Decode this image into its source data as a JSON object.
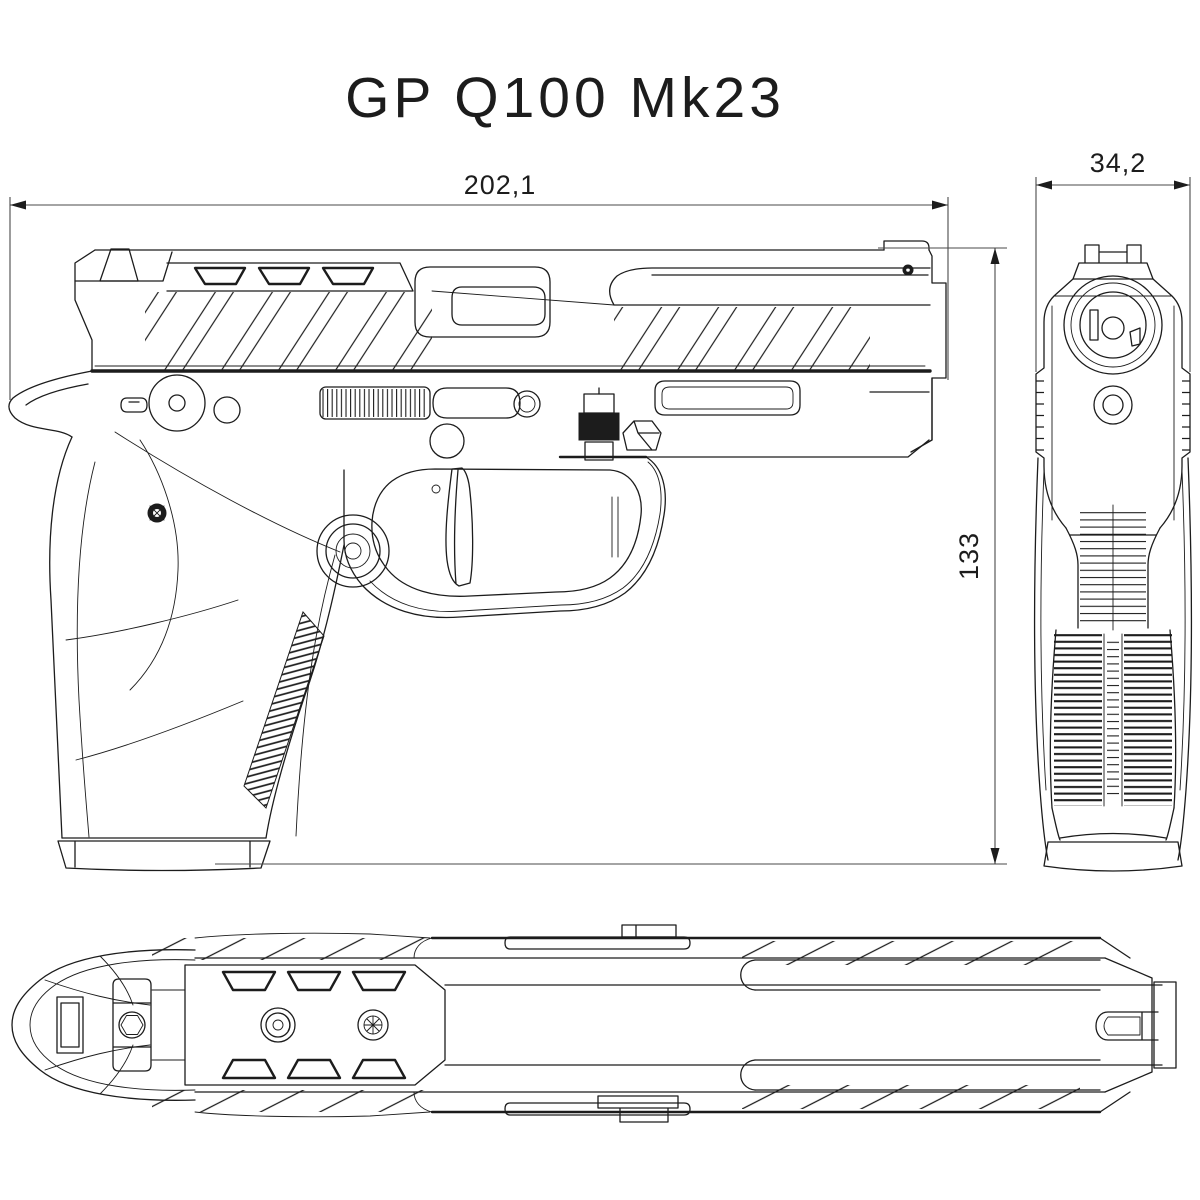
{
  "title": "GP Q100 Mk23",
  "drawing": {
    "type": "technical-drawing-three-views",
    "subject": "pistol",
    "views": [
      "side-view",
      "front-view",
      "top-view"
    ]
  },
  "dimensions": {
    "overall_length": {
      "value": "202,1"
    },
    "overall_width": {
      "value": "34,2"
    },
    "overall_height": {
      "value": "133"
    }
  },
  "colors": {
    "line": "#1c1c1c",
    "background": "#ffffff"
  }
}
